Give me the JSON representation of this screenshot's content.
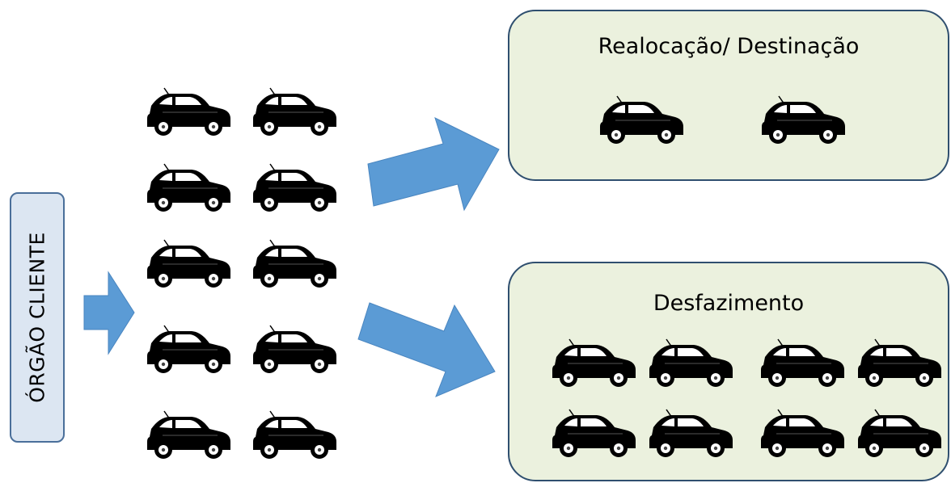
{
  "client": {
    "label": "ÓRGÃO CLIENTE"
  },
  "realocacao": {
    "title": "Realocação/ Destinação"
  },
  "desfazimento": {
    "title": "Desfazimento"
  },
  "colors": {
    "arrow": "#5b9bd5",
    "panel_fill": "#ebf1de",
    "panel_border": "#2f4f6f",
    "client_fill": "#dce6f2"
  },
  "icons": [
    "car-icon",
    "arrow-right-icon"
  ]
}
